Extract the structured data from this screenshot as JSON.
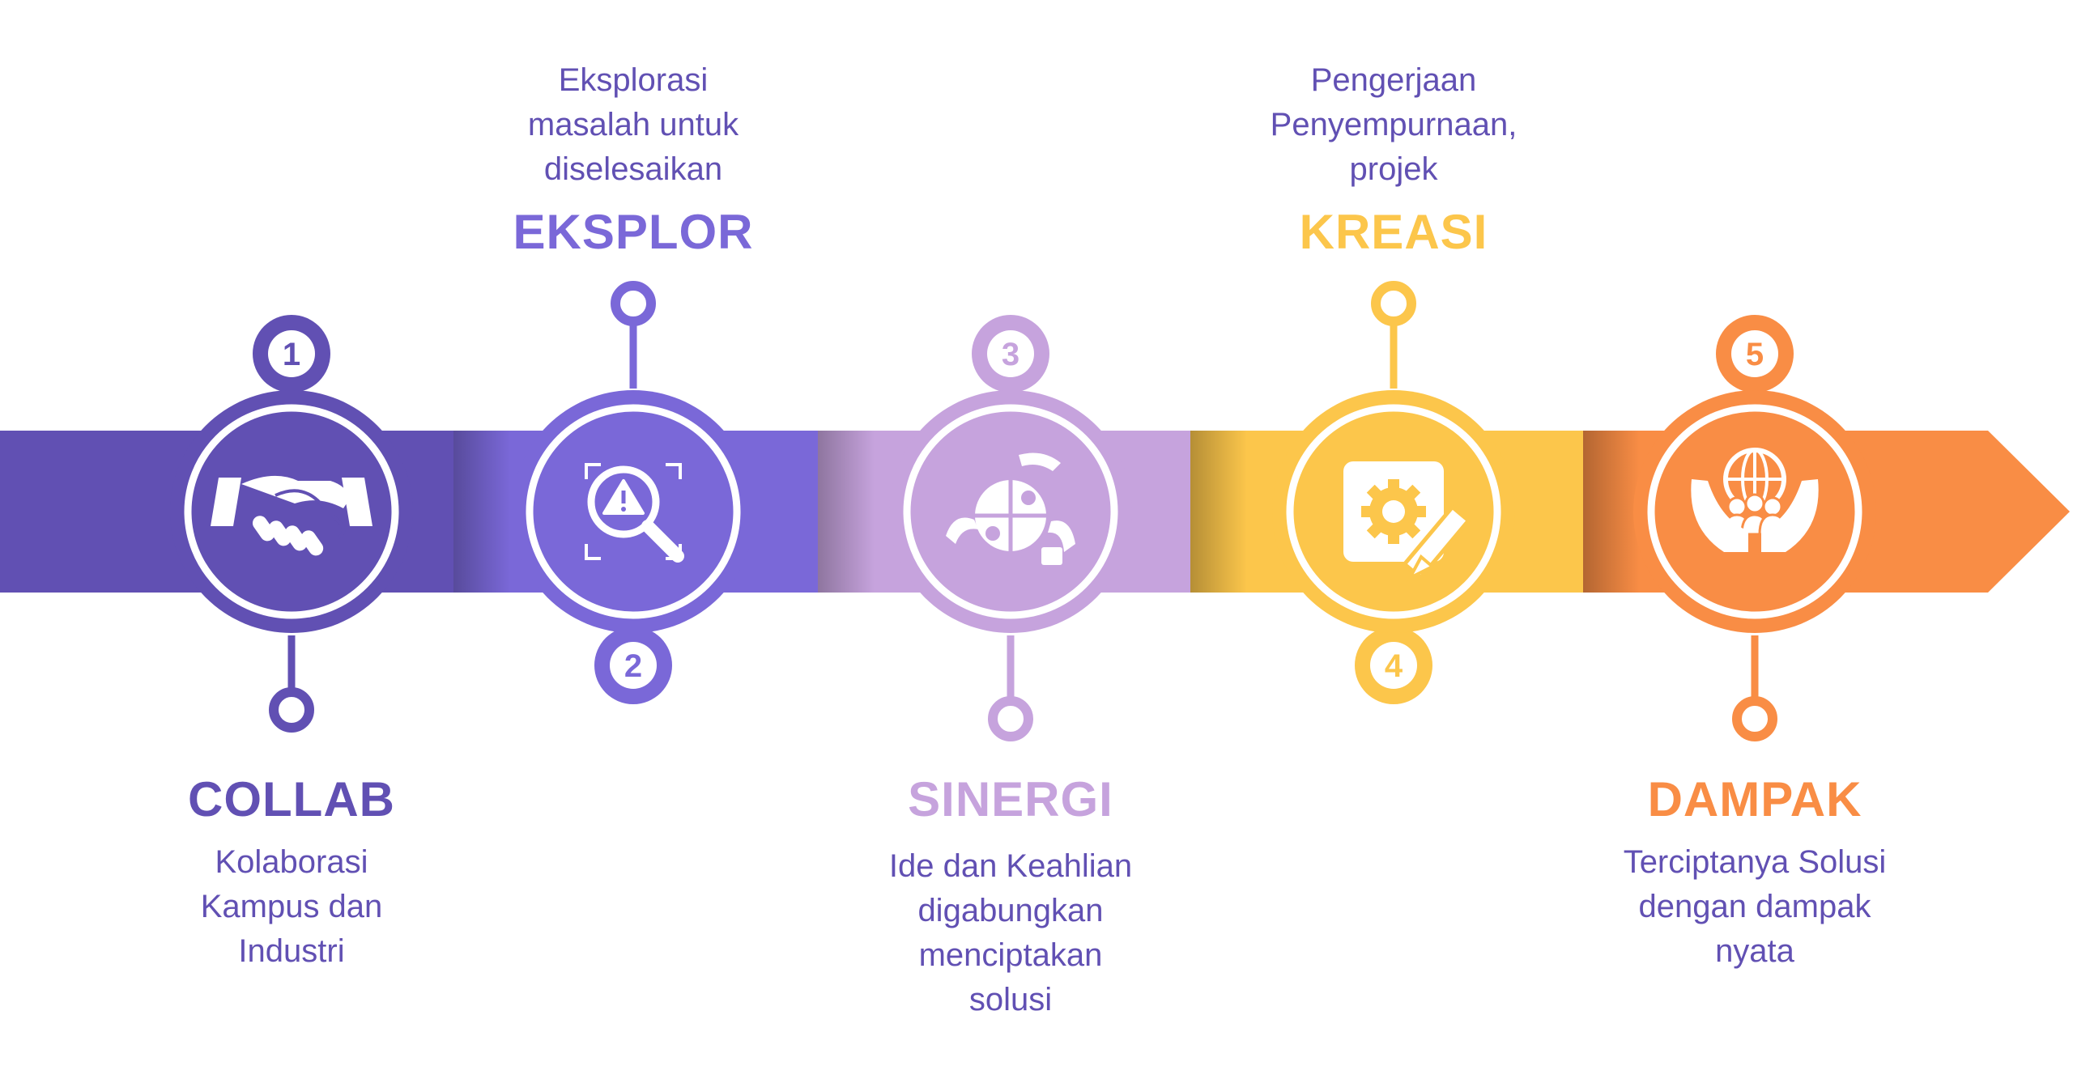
{
  "steps": [
    {
      "number": "1",
      "title": "COLLAB",
      "description": [
        "Kolaborasi",
        "Kampus dan",
        "Industri"
      ],
      "color": "#6150b3",
      "icon": "handshake-icon",
      "position": "below"
    },
    {
      "number": "2",
      "title": "EKSPLOR",
      "description": [
        "Eksplorasi",
        "masalah untuk",
        "diselesaikan"
      ],
      "color": "#7a68d8",
      "icon": "search-warning-icon",
      "position": "above"
    },
    {
      "number": "3",
      "title": "SINERGI",
      "description": [
        "Ide dan Keahlian",
        "digabungkan",
        "menciptakan",
        "solusi"
      ],
      "color": "#c6a3dd",
      "icon": "puzzle-hands-icon",
      "position": "below"
    },
    {
      "number": "4",
      "title": "KREASI",
      "description": [
        "Pengerjaan",
        "Penyempurnaan,",
        "projek"
      ],
      "color": "#fcc64b",
      "icon": "gear-pencil-icon",
      "position": "above"
    },
    {
      "number": "5",
      "title": "DAMPAK",
      "description": [
        "Terciptanya Solusi",
        "dengan dampak",
        "nyata"
      ],
      "color": "#f98d45",
      "icon": "globe-hands-icon",
      "position": "below"
    }
  ],
  "text_color": "#6150b3"
}
